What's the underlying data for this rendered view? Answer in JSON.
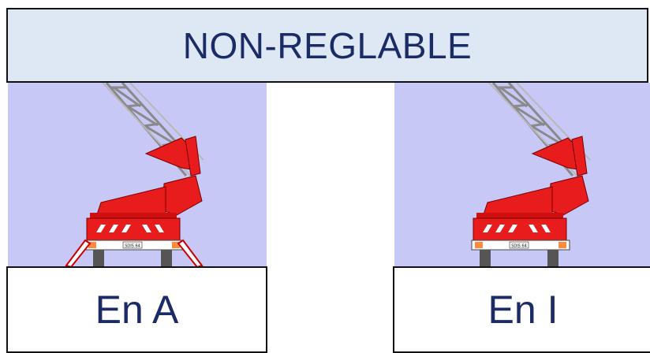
{
  "banner": {
    "title": "NON-REGLABLE"
  },
  "panels": [
    {
      "label": "En A",
      "outriggers": true,
      "plate": "SDIS 64"
    },
    {
      "label": "En I",
      "outriggers": false,
      "plate": "SDIS 64"
    }
  ],
  "colors": {
    "truck_red": "#e81c1c",
    "ladder_grey": "#a8a8a8",
    "panel_bg": "#c8c8f6",
    "banner_bg": "#dde8f4",
    "text": "#1b2b66"
  }
}
